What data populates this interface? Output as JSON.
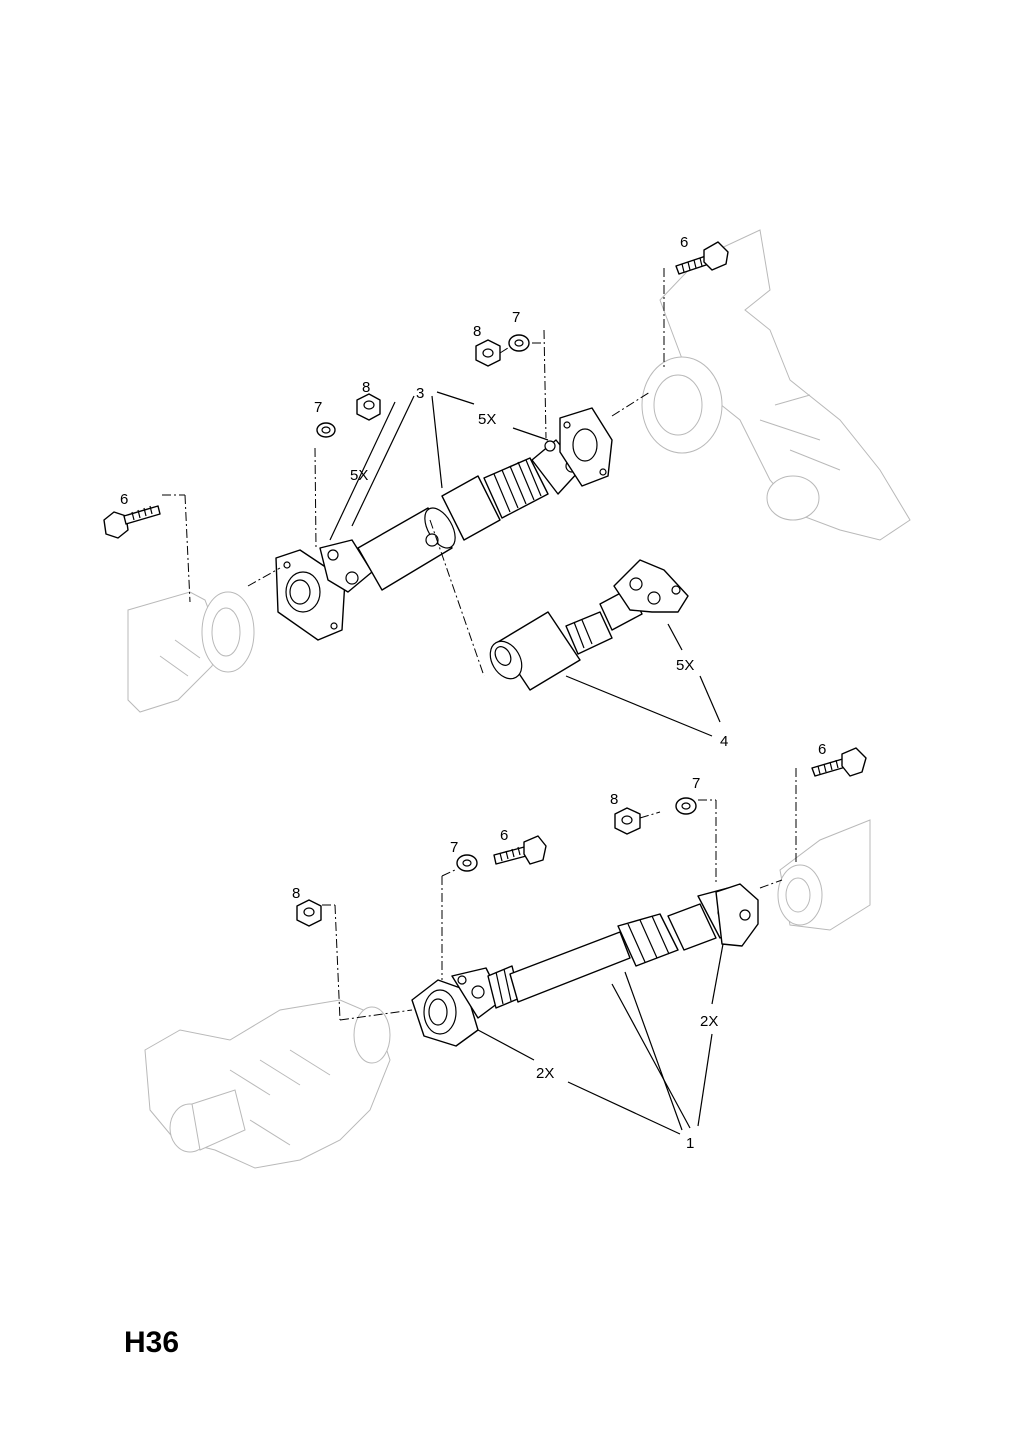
{
  "page_code": "H36",
  "callouts": {
    "top_bolt_right": "6",
    "top_nut_right": "8",
    "top_washer_right": "7",
    "top_washer_left": "7",
    "top_nut_left": "8",
    "top_shaft": "3",
    "top_count_right": "5X",
    "top_count_left": "5X",
    "top_bolt_left": "6",
    "alt_count": "5X",
    "alt_shaft": "4",
    "bottom_bolt_right": "6",
    "bottom_nut_right": "8",
    "bottom_washer_right": "7",
    "bottom_washer_left": "7",
    "bottom_bolt_left": "6",
    "bottom_nut_left": "8",
    "bottom_count_right": "2X",
    "bottom_count_left": "2X",
    "bottom_shaft": "1"
  }
}
